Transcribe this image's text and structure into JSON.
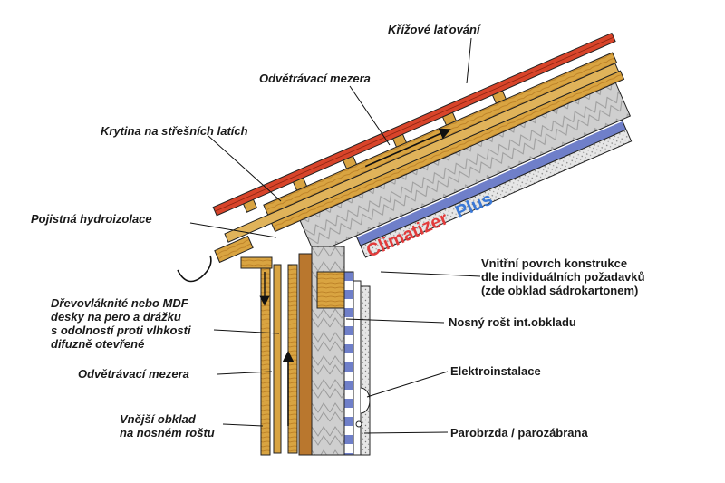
{
  "labels": {
    "krizove_latovani": "Křížové laťování",
    "odvetravaci_mezera_top": "Odvětrávací mezera",
    "krytina": "Krytina na střešních latích",
    "pojistna_hydroizolace": "Pojistná hydroizolace",
    "drevovlaknite": "Dřevovláknité nebo MDF\ndesky na pero a drážku\ns odolností proti vlhkosti\ndifuzně otevřené",
    "odvetravaci_mezera_left": "Odvětrávací mezera",
    "vnejsi_obklad": "Vnější obklad\nna nosném roštu",
    "vnitrni_povrch": "Vnitřní povrch konstrukce\ndle individuálních požadavků\n(zde obklad sádrokartonem)",
    "nosny_rost": "Nosný rošt int.obkladu",
    "elektroinstalace": "Elektroinstalace",
    "parobrzda": "Parobrzda / parozábrana",
    "brand_climatizer": "Climatizer",
    "brand_plus": "Plus"
  },
  "colors": {
    "roof_tiles": "#d8442a",
    "wood": "#d9a441",
    "wood_dark": "#b67a22",
    "insulation_fill": "#c8c8c8",
    "drywall": "#e9e9e9",
    "vapour_barrier": "#6f7fc9",
    "brand_red": "#e23b3b",
    "brand_blue": "#3a78d6"
  }
}
